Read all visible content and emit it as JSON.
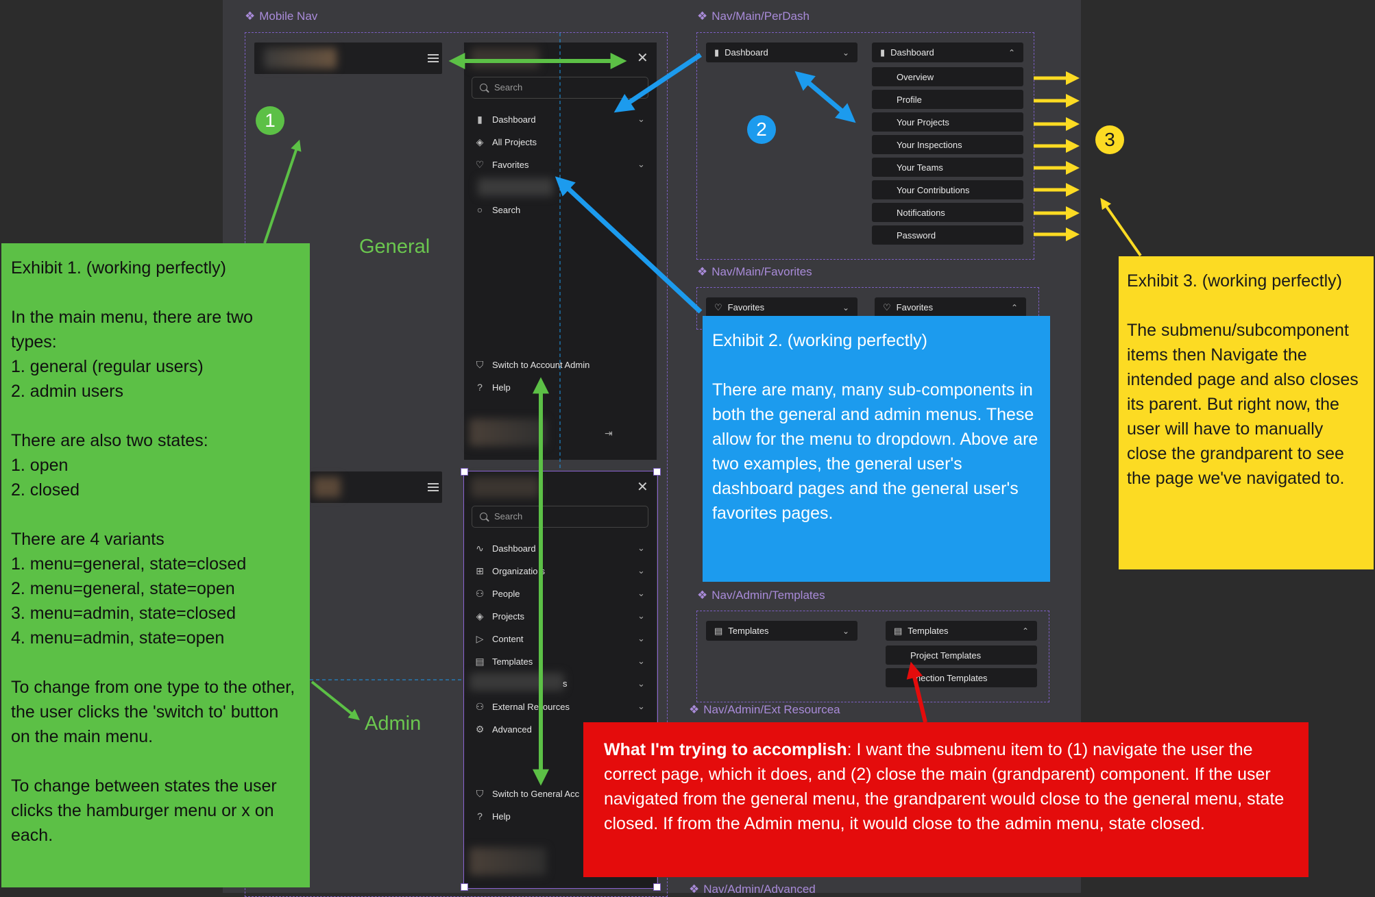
{
  "frames": {
    "mobile_nav": "Mobile Nav",
    "perdash": "Nav/Main/PerDash",
    "favorites": "Nav/Main/Favorites",
    "templates": "Nav/Admin/Templates",
    "ext_resourcea": "Nav/Admin/Ext Resourcea",
    "advanced": "Nav/Admin/Advanced"
  },
  "general_menu": {
    "search_placeholder": "Search",
    "items": [
      "Dashboard",
      "All Projects",
      "Favorites",
      "Search"
    ],
    "switch_label": "Switch to Account Admin",
    "help_label": "Help"
  },
  "admin_menu": {
    "search_placeholder": "Search",
    "items": [
      "Dashboard",
      "Organizatio",
      "s",
      "People",
      "Projects",
      "Content",
      "Templates",
      "s",
      "External Re",
      "ources",
      "Advanced"
    ],
    "switch_label": "Switch to General Acc",
    "help_label": "Help"
  },
  "perdash": {
    "closed_label": "Dashboard",
    "open_label": "Dashboard",
    "subitems": [
      "Overview",
      "Profile",
      "Your Projects",
      "Your Inspections",
      "Your Teams",
      "Your Contributions",
      "Notifications",
      "Password"
    ]
  },
  "favorites": {
    "closed_label": "Favorites",
    "open_label": "Favorites"
  },
  "templates": {
    "closed_label": "Templates",
    "open_label": "Templates",
    "subitems": [
      "Project Templates",
      "nection Templates"
    ]
  },
  "labels": {
    "general": "General",
    "admin": "Admin"
  },
  "badges": [
    "1",
    "2",
    "3"
  ],
  "notes": {
    "exhibit1": [
      "Exhibit 1. (working perfectly)",
      "In the main menu, there are two types:",
      "1. general (regular users)",
      "2. admin users",
      "There are also two states:",
      "1. open",
      "2. closed",
      "There are 4 variants",
      "1. menu=general, state=closed",
      "2. menu=general, state=open",
      "3. menu=admin, state=closed",
      "4. menu=admin, state=open",
      "To change from one type to the other, the user clicks the 'switch to' button on the main menu.",
      "To change between states the user clicks the hamburger menu or x on each."
    ],
    "exhibit2": [
      "Exhibit 2. (working perfectly)",
      "There are many, many sub-components in both the general and admin menus. These allow for the menu to dropdown. Above are two examples, the general user's dashboard pages and the general user's favorites pages."
    ],
    "exhibit3": [
      "Exhibit 3. (working perfectly)",
      "The submenu/subcomponent items then Navigate the intended page and also closes its parent. But right now, the user will have to manually close the grandparent to see the page we've navigated to."
    ],
    "goal_bold": "What I'm trying to accomplish",
    "goal_rest": ": I want the submenu item to (1) navigate the user the correct page, which it does, and (2) close the main (grandparent) component. If the user navigated from the general menu, the grandparent would close to the general menu, state closed. If from the Admin menu, it would close to the admin menu, state closed."
  },
  "colors": {
    "green": "#5cc046",
    "blue": "#1c9bee",
    "yellow": "#fcdb23",
    "red": "#e40c0c",
    "purple": "#7d5fc4"
  }
}
